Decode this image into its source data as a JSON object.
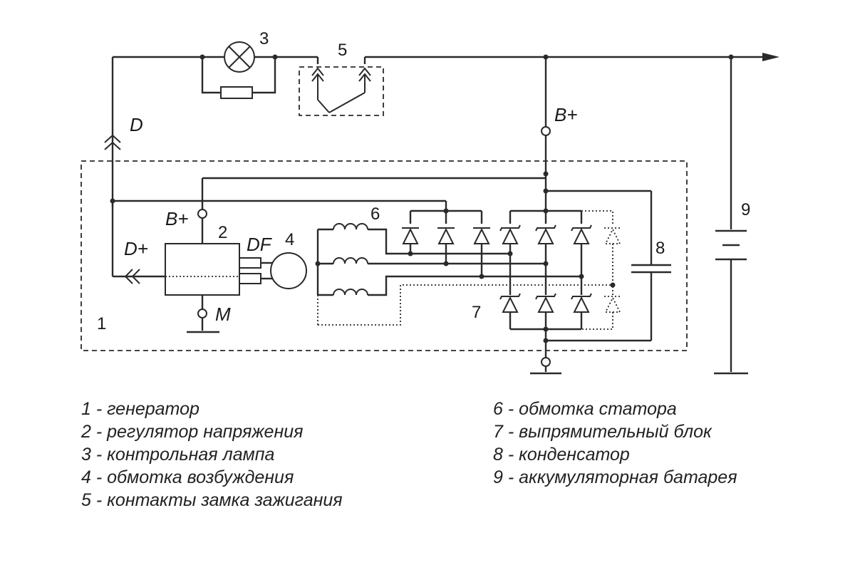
{
  "labels": {
    "lamp_num": "3",
    "switch_num": "5",
    "stator_num": "6",
    "regulator_num": "2",
    "field_num": "4",
    "capacitor_num": "8",
    "battery_num": "9",
    "generator_num": "1",
    "rectifier_num": "7",
    "d_term": "D",
    "bplus_main": "B+",
    "bplus_reg": "B+",
    "dplus": "D+",
    "df": "DF",
    "m_term": "M"
  },
  "legend": {
    "left": [
      "1 - генератор",
      "2 - регулятор напряжения",
      "3 - контрольная лампа",
      "4 - обмотка возбуждения",
      "5 - контакты замка  зажигания"
    ],
    "right": [
      "6 - обмотка статора",
      "7 - выпрямительный блок",
      "8 - конденсатор",
      "9 - аккумуляторная батарея"
    ]
  }
}
